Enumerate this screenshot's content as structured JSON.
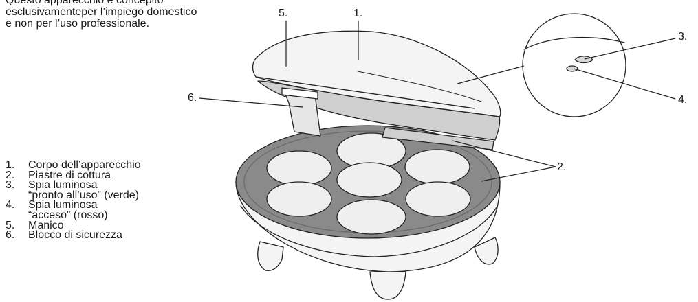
{
  "intro": {
    "lines": [
      "Questo apparecchio è concepito",
      "esclusivamenteper l’impiego domestico",
      "e non per l’uso professionale."
    ]
  },
  "legend": {
    "items": [
      {
        "num": "1.",
        "lines": [
          "Corpo dell’apparecchio"
        ]
      },
      {
        "num": "2.",
        "lines": [
          "Piastre di cottura"
        ]
      },
      {
        "num": "3.",
        "lines": [
          "Spia luminosa",
          "“pronto all’uso” (verde)"
        ]
      },
      {
        "num": "4.",
        "lines": [
          "Spia luminosa",
          "“acceso” (rosso)"
        ]
      },
      {
        "num": "5.",
        "lines": [
          "Manico"
        ]
      },
      {
        "num": "6.",
        "lines": [
          "Blocco di sicurezza"
        ]
      }
    ]
  },
  "callouts": {
    "c1": "1.",
    "c2": "2.",
    "c3": "3.",
    "c4": "4.",
    "c5": "5.",
    "c6": "6."
  },
  "colors": {
    "line": "#222222",
    "body_light": "#f4f4f4",
    "body_shade": "#cfcfcf",
    "plate": "#8a8a8a",
    "plate_dark": "#6b6b6b",
    "cavity_fill": "#efefef"
  }
}
